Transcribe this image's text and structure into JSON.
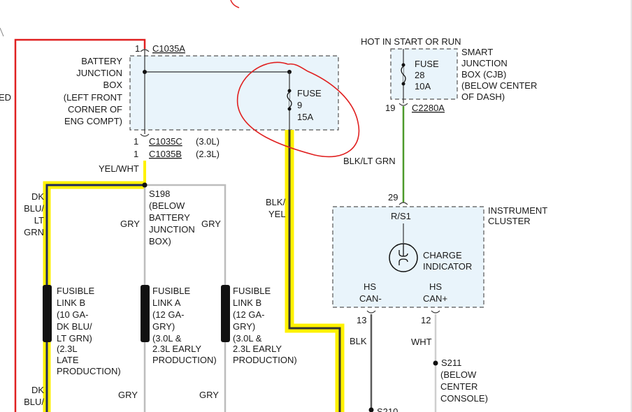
{
  "battery_junction_box": {
    "name_lines": [
      "BATTERY",
      "JUNCTION",
      "BOX",
      "(LEFT FRONT",
      "CORNER OF",
      "ENG COMPT)"
    ],
    "top_pin": "1",
    "top_connector": "C1035A",
    "bottom_pin_a": "1",
    "bottom_connector_a": "C1035C",
    "bottom_variant_a": "(3.0L)",
    "bottom_pin_b": "1",
    "bottom_connector_b": "C1035B",
    "bottom_variant_b": "(2.3L)",
    "fuse_lines": [
      "FUSE",
      "9",
      "15A"
    ]
  },
  "smart_junction_box": {
    "header": "HOT IN START OR RUN",
    "name_lines": [
      "SMART",
      "JUNCTION",
      "BOX (CJB)",
      "(BELOW CENTER",
      "OF DASH)"
    ],
    "fuse_lines": [
      "FUSE",
      "28",
      "10A"
    ],
    "pin": "19",
    "connector": "C2280A"
  },
  "wires": {
    "left_edge_fragment": "ED",
    "yel_wht": "YEL/WHT",
    "dk_blu_lt_grn_lines": [
      "DK",
      "BLU/",
      "LT",
      "GRN"
    ],
    "bottom_left_fragment_lines": [
      "DK",
      "BLU/"
    ],
    "gry_left": "GRY",
    "gry_right": "GRY",
    "blk_yel_lines": [
      "BLK/",
      "YEL"
    ],
    "blk_lt_grn": "BLK/LT GRN",
    "blk": "BLK",
    "wht": "WHT",
    "gry_bottom_a": "GRY",
    "gry_bottom_b": "GRY"
  },
  "splices": {
    "s198_lines": [
      "S198",
      "(BELOW",
      "BATTERY",
      "JUNCTION",
      "BOX)"
    ],
    "s211_lines": [
      "S211",
      "(BELOW",
      "CENTER",
      "CONSOLE)"
    ],
    "s210_fragment": "S210"
  },
  "fusible_links": [
    {
      "lines": [
        "FUSIBLE",
        "LINK B",
        "(10 GA-",
        "DK BLU/",
        "LT GRN)",
        "(2.3L",
        "LATE",
        "PRODUCTION)"
      ]
    },
    {
      "lines": [
        "FUSIBLE",
        "LINK A",
        "(12 GA-",
        "GRY)",
        "(3.0L &",
        "2.3L EARLY",
        "PRODUCTION)"
      ]
    },
    {
      "lines": [
        "FUSIBLE",
        "LINK B",
        "(12 GA-",
        "GRY)",
        "(3.0L &",
        "2.3L EARLY",
        "PRODUCTION)"
      ]
    }
  ],
  "instrument_cluster": {
    "name_lines": [
      "INSTRUMENT",
      "CLUSTER"
    ],
    "pin_in": "29",
    "pin_in_label": "R/S1",
    "indicator_lines": [
      "CHARGE",
      "INDICATOR"
    ],
    "can_minus_lines": [
      "HS",
      "CAN-"
    ],
    "can_plus_lines": [
      "HS",
      "CAN+"
    ],
    "pin_can_minus": "13",
    "pin_can_plus": "12"
  },
  "colors": {
    "box_fill": "#e9f4fb",
    "highlight_yellow": "#fff200",
    "annotation_red": "#e02020",
    "wire_red": "#e02020",
    "wire_green": "#4c9a2a",
    "wire_gray": "#bdbdbd",
    "wire_black": "#333333",
    "wire_dkblue": "#1f2a5c"
  }
}
